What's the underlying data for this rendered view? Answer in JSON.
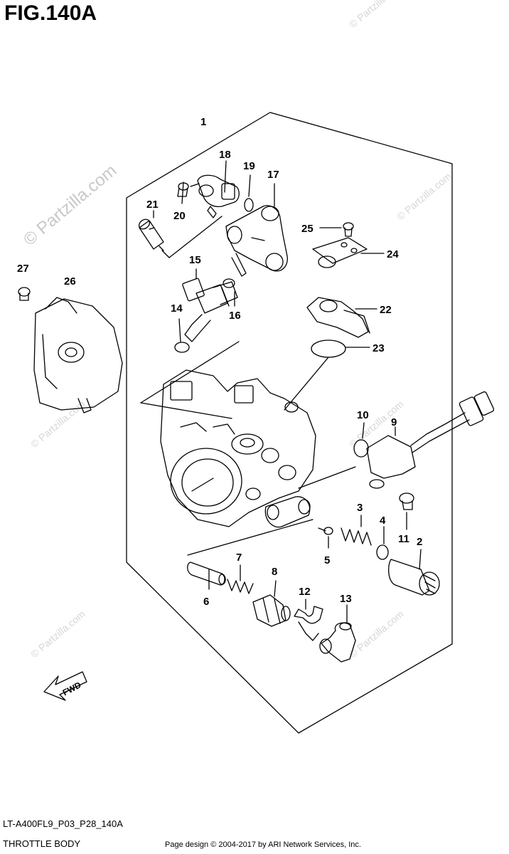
{
  "figure": {
    "title": "FIG.140A",
    "code": "LT-A400FL9_P03_P28_140A",
    "caption": "THROTTLE BODY",
    "credit": "Page design © 2004-2017 by ARI Network Services, Inc.",
    "watermark": "© Partzilla.com",
    "watermark_small": "© Partzilla.com"
  },
  "callouts": {
    "c1": "1",
    "c2": "2",
    "c3": "3",
    "c4": "4",
    "c5": "5",
    "c6": "6",
    "c7": "7",
    "c8": "8",
    "c9": "9",
    "c10": "10",
    "c11": "11",
    "c12": "12",
    "c13": "13",
    "c14": "14",
    "c15": "15",
    "c16": "16",
    "c17": "17",
    "c18": "18",
    "c19": "19",
    "c20": "20",
    "c21": "21",
    "c22": "22",
    "c23": "23",
    "c24": "24",
    "c25": "25",
    "c26": "26",
    "c27": "27"
  },
  "fwd_label": "FWD",
  "colors": {
    "ink": "#000000",
    "watermark": "#c8c8c8"
  }
}
